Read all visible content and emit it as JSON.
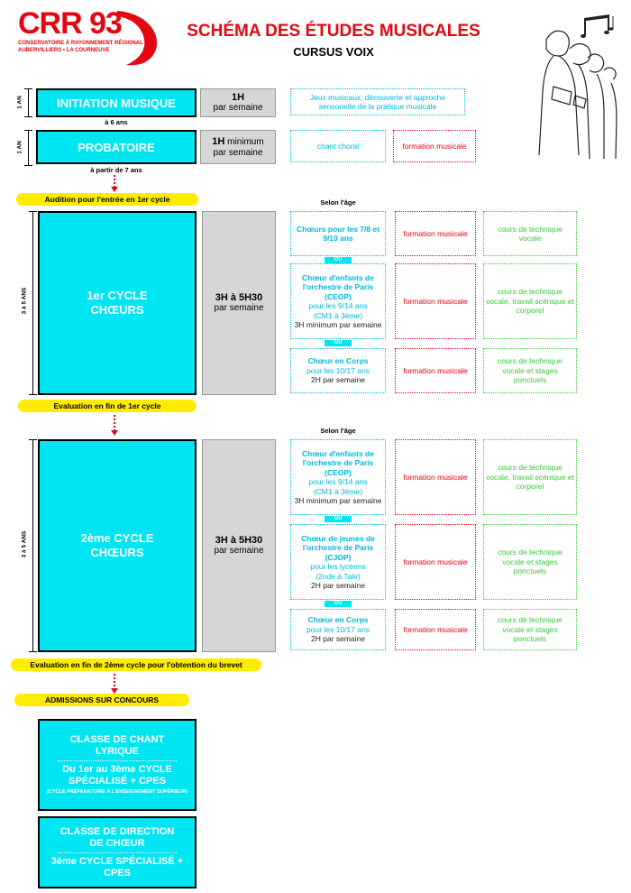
{
  "logo": {
    "text": "CRR 93",
    "line1": "CONSERVATOIRE À RAYONNEMENT RÉGIONAL",
    "line2": "AUBERVILLIERS • LA COURNEUVE"
  },
  "header": {
    "title": "SCHÉMA DES ÉTUDES MUSICALES",
    "subtitle": "CURSUS VOIX"
  },
  "initiation": {
    "duration": "1 AN",
    "title": "INITIATION MUSIQUE",
    "hours": "1H",
    "hours_sub": "par semaine",
    "age": "à 6 ans",
    "desc": "Jeux musicaux, découverte et approche sensorielle de la pratique musicale"
  },
  "probatoire": {
    "duration": "1 AN",
    "title": "PROBATOIRE",
    "hours": "1H",
    "hours_extra": "minimum",
    "hours_sub": "par semaine",
    "age": "à partir de 7 ans",
    "choir": "chant choral",
    "fm": "formation musicale"
  },
  "audition": "Audition pour l'entrée en 1er cycle",
  "cycle1": {
    "duration": "3 à 5 ANS",
    "title_l1": "1er CYCLE",
    "title_l2": "CHŒURS",
    "hours": "3H à 5H30",
    "hours_sub": "par semaine",
    "selon": "Selon l'âge",
    "ou": "OU",
    "rows": [
      {
        "title": "Chœurs pour les 7/8 et 9/10 ans",
        "sub": "",
        "sub2": "",
        "extra": "",
        "fm": "formation musicale",
        "tech": "cours de technique vocale"
      },
      {
        "title": "Chœur d'enfants de l'orchestre de Paris (CEOP)",
        "sub": "pour les 9/14 ans",
        "sub2": "(CM1 à 3ème)",
        "extra": "3H minimum par semaine",
        "fm": "formation musicale",
        "tech": "cours de technique vocale, travail scénique et corporel"
      },
      {
        "title": "Chœur en Corps",
        "sub": "pour les 10/17 ans",
        "sub2": "",
        "extra": "2H par semaine",
        "fm": "formation musicale",
        "tech": "cours de technique vocale et stages ponctuels"
      }
    ]
  },
  "evaluation1": "Evaluation en fin de 1er cycle",
  "cycle2": {
    "duration": "3 à 5 ANS",
    "title_l1": "2ème CYCLE",
    "title_l2": "CHŒURS",
    "hours": "3H à 5H30",
    "hours_sub": "par semaine",
    "selon": "Selon l'âge",
    "ou": "OU",
    "rows": [
      {
        "title": "Chœur d'enfants de l'orchestre de Paris (CEOP)",
        "sub": "pour les 9/14 ans",
        "sub2": "(CM1 à 3ème)",
        "extra": "3H minimum par semaine",
        "fm": "formation musicale",
        "tech": "cours de technique vocale, travail scénique et corporel"
      },
      {
        "title": "Chœur de jeunes de l'orchestre de Paris (CJOP)",
        "sub": "pour les lycéens",
        "sub2": "(2nde à Tale)",
        "extra": "2H par semaine",
        "fm": "formation musicale",
        "tech": "cours de technique vocale et stages ponctuels"
      },
      {
        "title": "Chœur en Corps",
        "sub": "pour les 10/17 ans",
        "sub2": "",
        "extra": "2H par semaine",
        "fm": "formation musicale",
        "tech": "cours de technique vocale et stages ponctuels"
      }
    ]
  },
  "evaluation2": "Evaluation en fin de 2ème cycle pour l'obtention du brevet",
  "admissions": "ADMISSIONS SUR CONCOURS",
  "classes": [
    {
      "title": "CLASSE DE CHANT LYRIQUE",
      "sub": "Du 1er au 3ème CYCLE SPÉCIALISÉ + CPES",
      "note": "(CYCLE PRÉPARATOIRE À L'ENSEIGNEMENT SUPÉRIEUR)"
    },
    {
      "title": "CLASSE DE DIRECTION DE CHŒUR",
      "sub": "3ème CYCLE SPÉCIALISÉ + CPES",
      "note": ""
    }
  ],
  "icons": {
    "singers": "singers-illustration-icon",
    "music": "music-notes-icon"
  },
  "colors": {
    "cyan": "#00e5f2",
    "red": "#e30613",
    "green": "#39c83c",
    "yellow": "#ffec00",
    "grey": "#d6d6d6"
  }
}
